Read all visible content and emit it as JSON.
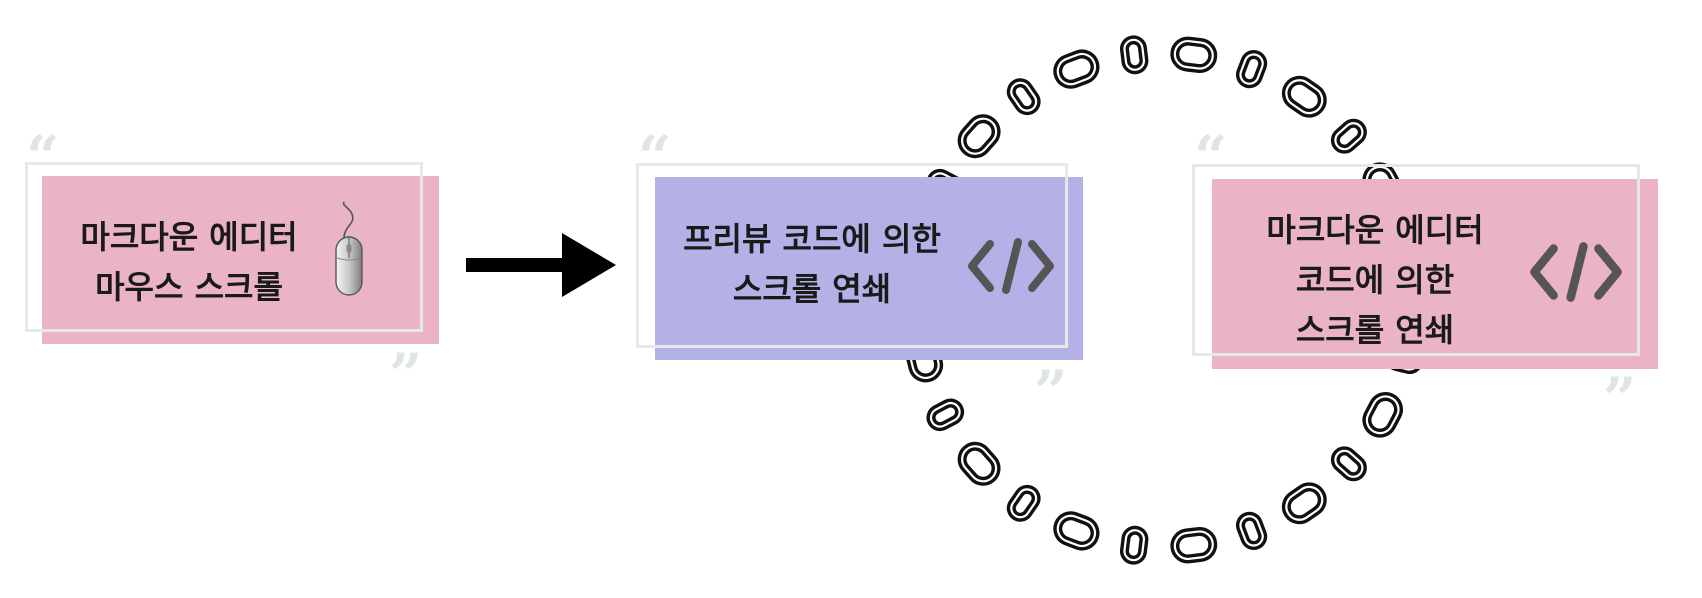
{
  "colors": {
    "pink": "#ebb3c7",
    "lavender": "#b3b1e6",
    "frame": "#e4e9e8",
    "quote": "#dfe5e4",
    "arrow": "#000000",
    "code_icon": "#555555"
  },
  "quotes": {
    "open": "“",
    "close": "”"
  },
  "cards": [
    {
      "lines": [
        "마크다운 에디터",
        "마우스 스크롤"
      ],
      "icon": "mouse-icon",
      "color": "pink"
    },
    {
      "lines": [
        "프리뷰 코드에 의한",
        "스크롤 연쇄"
      ],
      "icon": "code-icon",
      "color": "lavender"
    },
    {
      "lines": [
        "마크다운 에디터",
        "코드에 의한",
        "스크롤 연쇄"
      ],
      "icon": "code-icon",
      "color": "pink"
    }
  ],
  "connectors": {
    "arrow": "arrow-right",
    "chain": "chain-ring"
  }
}
